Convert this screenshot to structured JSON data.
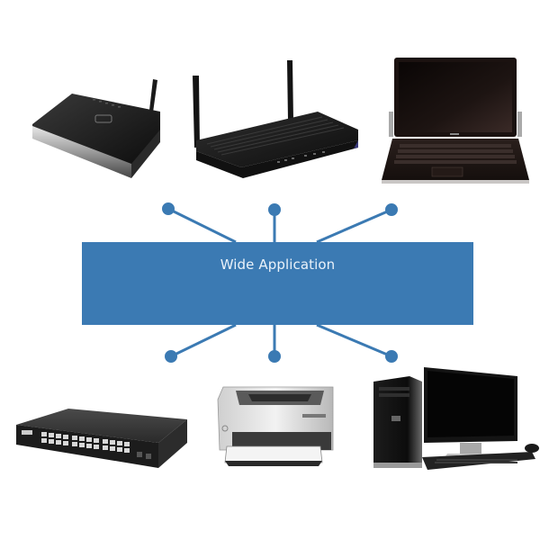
{
  "diagram": {
    "hub": {
      "label": "Wide Application",
      "color": "#3b7ab3",
      "text_color": "#eaf2fa"
    },
    "connector_color": "#3b7ab3",
    "devices_top": [
      {
        "id": "dsl-router",
        "name": "Wireless router (single antenna)"
      },
      {
        "id": "dual-antenna-router",
        "name": "Wireless router (dual antenna)"
      },
      {
        "id": "laptop",
        "name": "Laptop"
      }
    ],
    "devices_bottom": [
      {
        "id": "network-switch",
        "name": "Network switch"
      },
      {
        "id": "laser-printer",
        "name": "Laser printer"
      },
      {
        "id": "desktop-computer",
        "name": "Desktop computer"
      }
    ]
  }
}
